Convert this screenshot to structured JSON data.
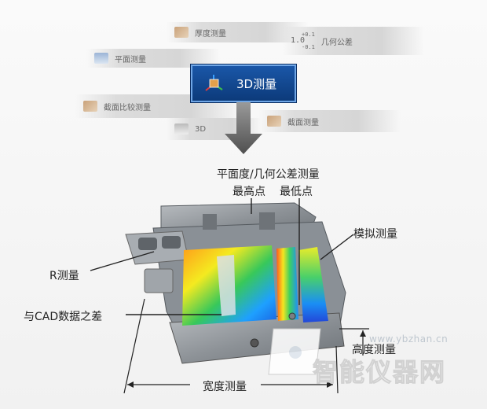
{
  "tiles": {
    "thickness": "厚度测量",
    "geometric": "几何公差",
    "tol_plus": "+0.1",
    "tol_base": "1.0",
    "tol_minus": "-0.1",
    "flatness_small": "平面测量",
    "section": "截面比较测量",
    "flat2_partial": "3D",
    "section2": "截面测量"
  },
  "main_button": {
    "label": "3D测量"
  },
  "labels": {
    "flatness": "平面度/几何公差测量",
    "highest": "最高点",
    "lowest": "最低点",
    "simulation": "模拟测量",
    "radius": "R测量",
    "cad_diff": "与CAD数据之差",
    "height": "高度测量",
    "width": "宽度测量"
  },
  "watermark": {
    "url": "www.ybzhan.cn",
    "brand": "智能仪器网"
  },
  "colors": {
    "accent": "#1a57a8",
    "arrow": "#5a5a5a"
  }
}
